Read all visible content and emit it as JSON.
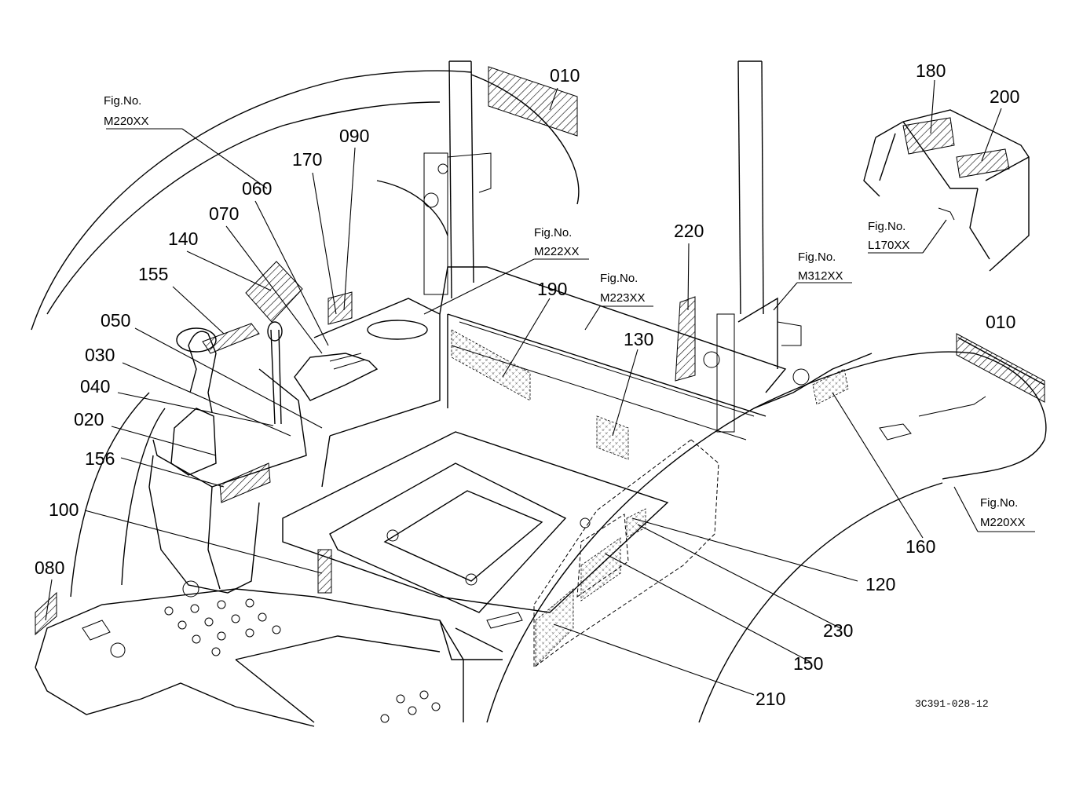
{
  "callouts": [
    {
      "id": "010a",
      "label": "010"
    },
    {
      "id": "090",
      "label": "090"
    },
    {
      "id": "170",
      "label": "170"
    },
    {
      "id": "060",
      "label": "060"
    },
    {
      "id": "070",
      "label": "070"
    },
    {
      "id": "140",
      "label": "140"
    },
    {
      "id": "155",
      "label": "155"
    },
    {
      "id": "050",
      "label": "050"
    },
    {
      "id": "030",
      "label": "030"
    },
    {
      "id": "040",
      "label": "040"
    },
    {
      "id": "020",
      "label": "020"
    },
    {
      "id": "156",
      "label": "156"
    },
    {
      "id": "100",
      "label": "100"
    },
    {
      "id": "080",
      "label": "080"
    },
    {
      "id": "190",
      "label": "190"
    },
    {
      "id": "130",
      "label": "130"
    },
    {
      "id": "220",
      "label": "220"
    },
    {
      "id": "180",
      "label": "180"
    },
    {
      "id": "200",
      "label": "200"
    },
    {
      "id": "010b",
      "label": "010"
    },
    {
      "id": "160",
      "label": "160"
    },
    {
      "id": "120",
      "label": "120"
    },
    {
      "id": "230",
      "label": "230"
    },
    {
      "id": "150",
      "label": "150"
    },
    {
      "id": "210",
      "label": "210"
    }
  ],
  "figure_refs": [
    {
      "id": "m220-left",
      "title": "Fig.No.",
      "code": "M220XX"
    },
    {
      "id": "m222",
      "title": "Fig.No.",
      "code": "M222XX"
    },
    {
      "id": "m223",
      "title": "Fig.No.",
      "code": "M223XX"
    },
    {
      "id": "m312",
      "title": "Fig.No.",
      "code": "M312XX"
    },
    {
      "id": "l170",
      "title": "Fig.No.",
      "code": "L170XX"
    },
    {
      "id": "m220-right",
      "title": "Fig.No.",
      "code": "M220XX"
    }
  ],
  "drawing_code": "3C391-028-12"
}
